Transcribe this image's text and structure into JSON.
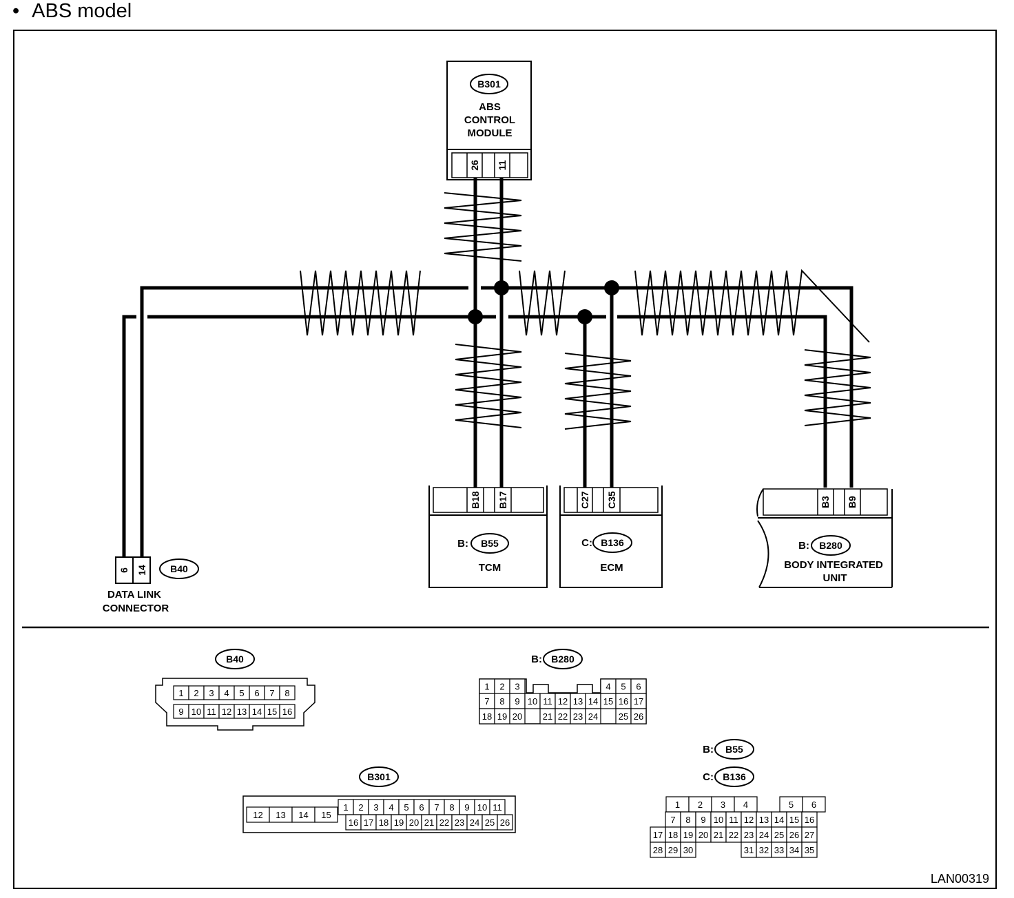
{
  "heading": {
    "bullet": "•",
    "text": "ABS model"
  },
  "abs": {
    "id": "B301",
    "name_lines": [
      "ABS",
      "CONTROL",
      "MODULE"
    ],
    "pins": [
      "26",
      "11"
    ]
  },
  "tcm": {
    "prefix": "B:",
    "id": "B55",
    "name": "TCM",
    "pins": [
      "B18",
      "B17"
    ]
  },
  "ecm": {
    "prefix": "C:",
    "id": "B136",
    "name": "ECM",
    "pins": [
      "C27",
      "C35"
    ]
  },
  "biu": {
    "prefix": "B:",
    "id": "B280",
    "name_lines": [
      "BODY INTEGRATED",
      "UNIT"
    ],
    "pins": [
      "B3",
      "B9"
    ]
  },
  "dlc": {
    "id": "B40",
    "name_lines": [
      "DATA LINK",
      "CONNECTOR"
    ],
    "pins": [
      "6",
      "14"
    ]
  },
  "faces": {
    "b40": {
      "id": "B40",
      "row1": [
        "1",
        "2",
        "3",
        "4",
        "5",
        "6",
        "7",
        "8"
      ],
      "row2": [
        "9",
        "10",
        "11",
        "12",
        "13",
        "14",
        "15",
        "16"
      ]
    },
    "b280": {
      "prefix": "B:",
      "id": "B280",
      "row1": [
        "1",
        "2",
        "3",
        "",
        "",
        "",
        "",
        "",
        "4",
        "5",
        "6"
      ],
      "row2": [
        "7",
        "8",
        "9",
        "10",
        "11",
        "12",
        "13",
        "14",
        "15",
        "16",
        "17"
      ],
      "row3": [
        "18",
        "19",
        "20",
        "",
        "21",
        "22",
        "23",
        "24",
        "",
        "25",
        "26"
      ]
    },
    "b301": {
      "id": "B301",
      "left": [
        "12",
        "13",
        "14",
        "15"
      ],
      "row1": [
        "1",
        "2",
        "3",
        "4",
        "5",
        "6",
        "7",
        "8",
        "9",
        "10",
        "11"
      ],
      "row2": [
        "16",
        "17",
        "18",
        "19",
        "20",
        "21",
        "22",
        "23",
        "24",
        "25",
        "26"
      ]
    },
    "b55_b136": {
      "prefix1": "B:",
      "id1": "B55",
      "prefix2": "C:",
      "id2": "B136",
      "row1": [
        "1",
        "2",
        "3",
        "4",
        "",
        "5",
        "6"
      ],
      "row2": [
        "7",
        "8",
        "9",
        "10",
        "11",
        "12",
        "13",
        "14",
        "15",
        "16"
      ],
      "row3": [
        "17",
        "18",
        "19",
        "20",
        "21",
        "22",
        "23",
        "24",
        "25",
        "26",
        "27"
      ],
      "row4": [
        "28",
        "29",
        "30",
        "",
        "",
        "",
        "31",
        "32",
        "33",
        "34",
        "35"
      ]
    }
  },
  "code": "LAN00319"
}
